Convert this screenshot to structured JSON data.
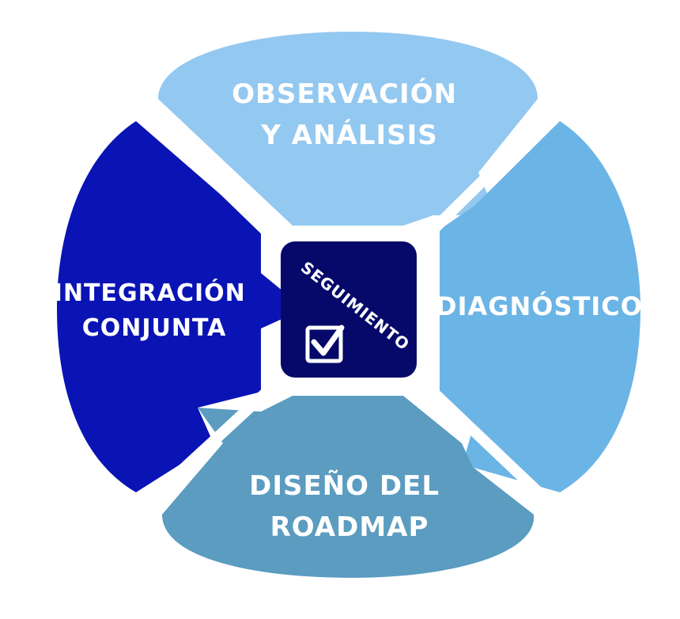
{
  "segments": {
    "top": {
      "lines": [
        "OBSERVACIÓN",
        "Y ANÁLISIS"
      ],
      "color": "#93c8f0"
    },
    "right": {
      "lines": [
        "DIAGNÓSTICO"
      ],
      "color": "#6bb4e6"
    },
    "bottom": {
      "lines": [
        "DISEÑO DEL",
        "ROADMAP"
      ],
      "color": "#5b9cc0"
    },
    "left": {
      "lines": [
        "INTEGRACIÓN",
        "CONJUNTA"
      ],
      "color": "#0a14b4"
    }
  },
  "center": {
    "label": "SEGUIMIENTO",
    "color": "#06096a",
    "icon": "checkbox-check-icon"
  }
}
